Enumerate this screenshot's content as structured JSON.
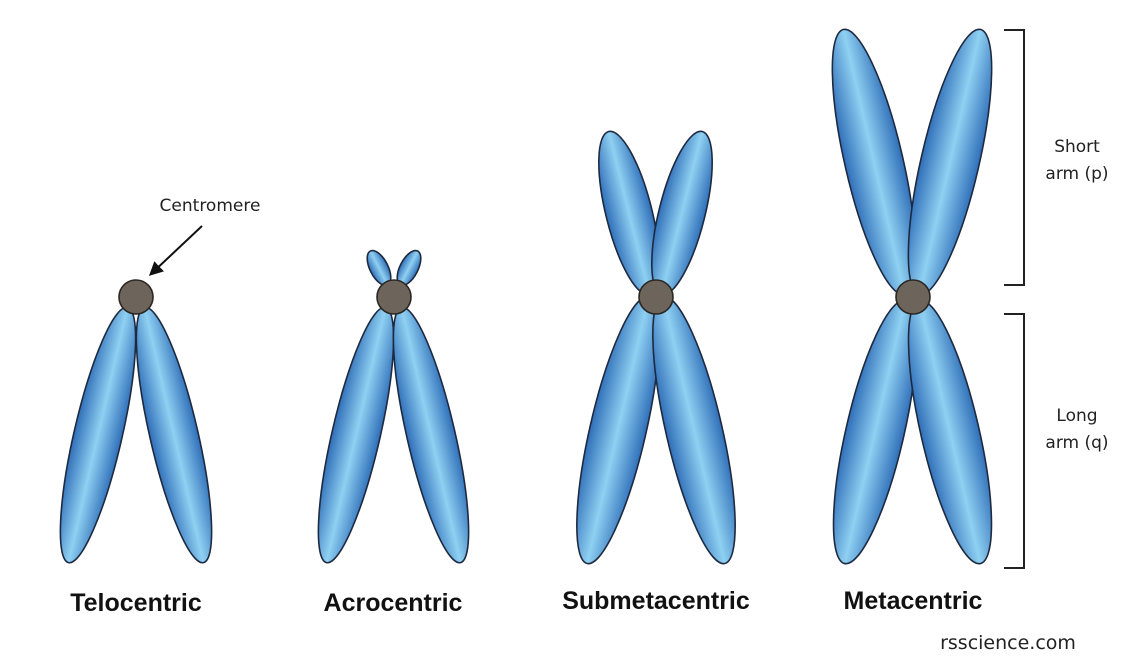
{
  "labels": {
    "centromere": "Centromere",
    "short_arm_line1": "Short",
    "short_arm_line2": "arm (p)",
    "long_arm_line1": "Long",
    "long_arm_line2": "arm (q)",
    "credit": "rsscience.com"
  },
  "chromosomes": [
    {
      "name": "Telocentric"
    },
    {
      "name": "Acrocentric"
    },
    {
      "name": "Submetacentric"
    },
    {
      "name": "Metacentric"
    }
  ],
  "colors": {
    "arm_light": "#8fd0f2",
    "arm_dark": "#2f6eb8",
    "centromere": "#6d655c",
    "outline": "#1e2a40",
    "text": "#111111"
  }
}
